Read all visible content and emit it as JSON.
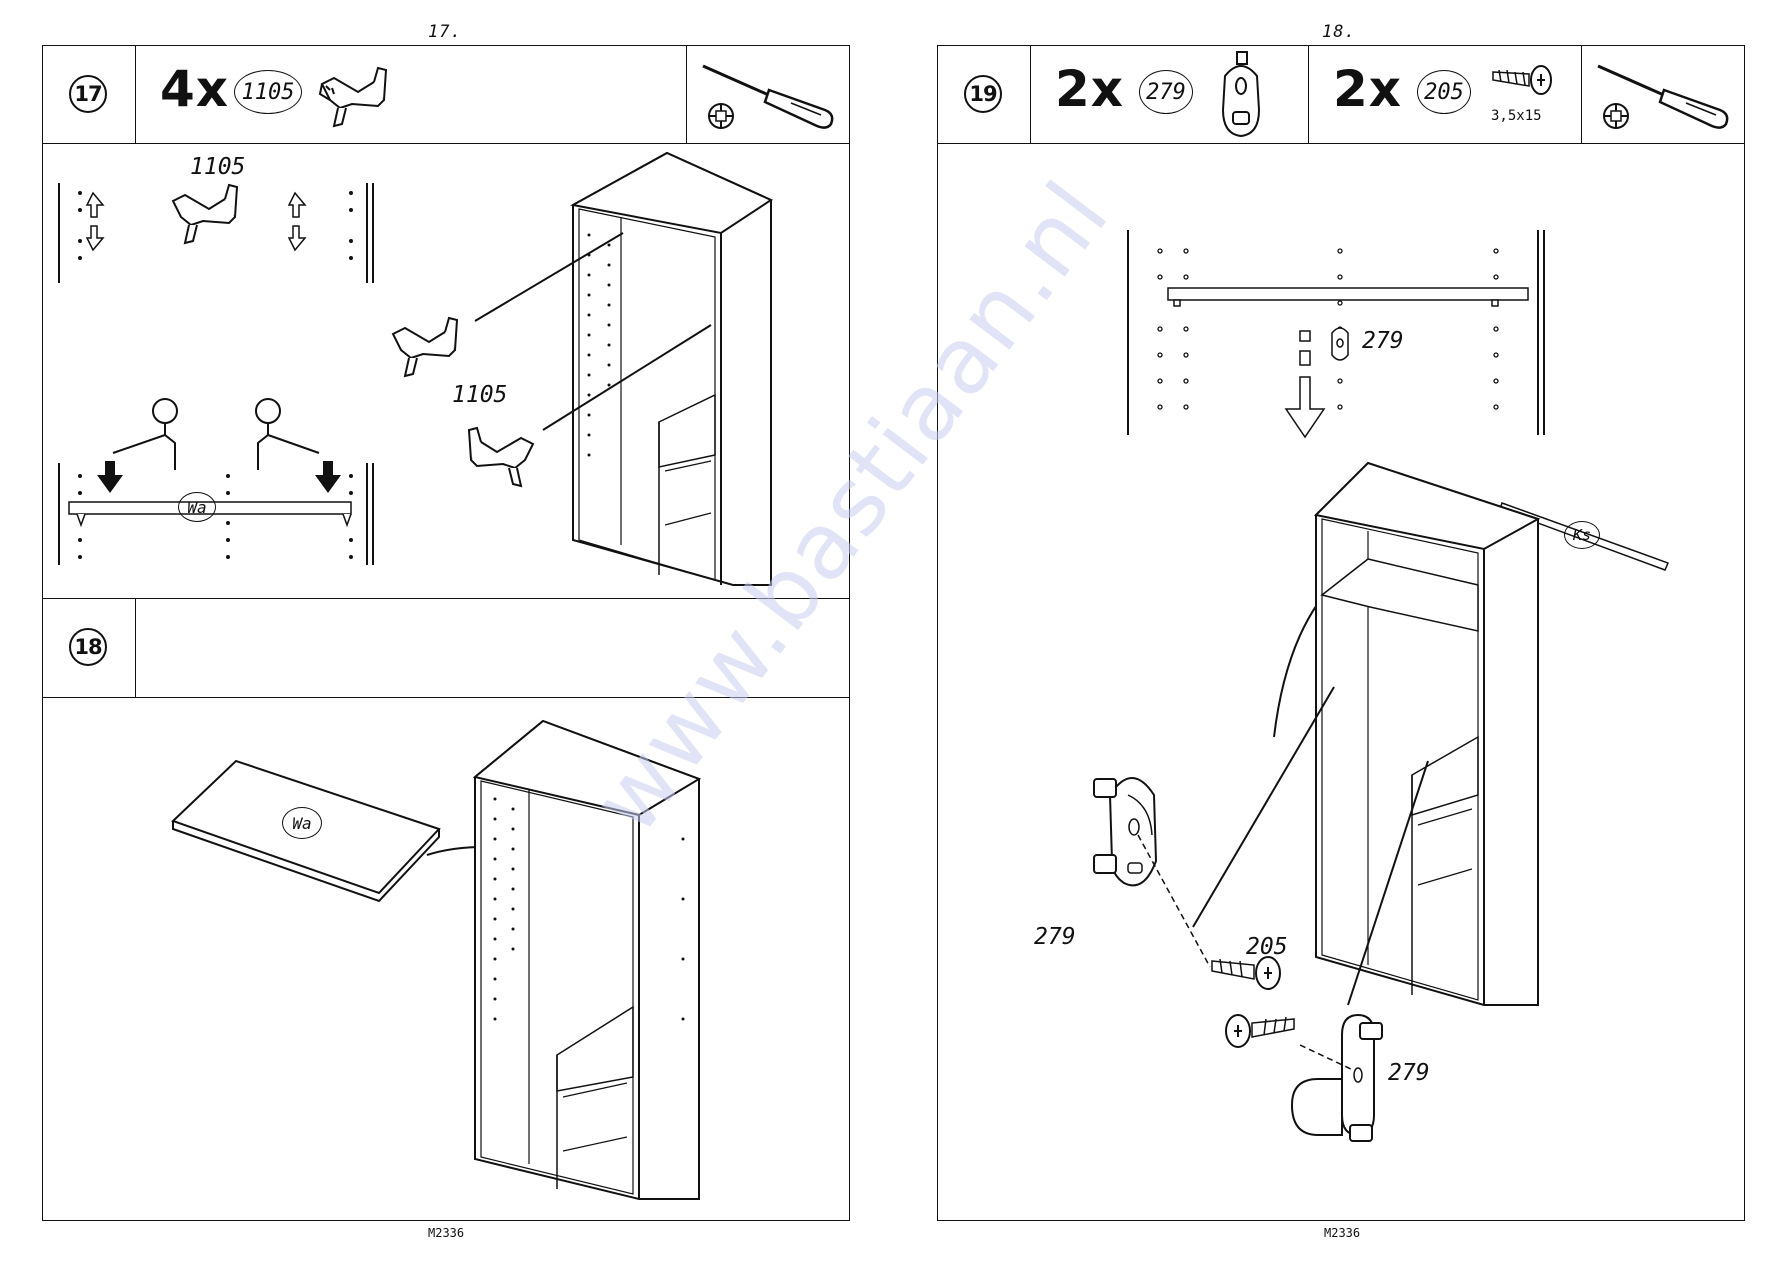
{
  "watermark": "www.bastiaan.nl",
  "left_page": {
    "page_number": "17.",
    "footer": "M2336",
    "step17": {
      "number": "17",
      "quantity": "4x",
      "part_code": "1105",
      "labels": [
        "1105",
        "1105"
      ],
      "panel_tag": "Wa",
      "tool_icon": "screwdriver-phillips"
    },
    "step18": {
      "number": "18",
      "panel_tag": "Wa"
    }
  },
  "right_page": {
    "page_number": "18.",
    "footer": "M2336",
    "step19": {
      "number": "19",
      "quantity_a": "2x",
      "part_a": "279",
      "quantity_b": "2x",
      "part_b": "205",
      "screw_size": "3,5x15",
      "rail_tag": "Ks",
      "labels": {
        "bracket_detail": "279",
        "left_bracket": "279",
        "screw": "205",
        "right_bracket": "279"
      },
      "tool_icon": "screwdriver-phillips"
    }
  }
}
